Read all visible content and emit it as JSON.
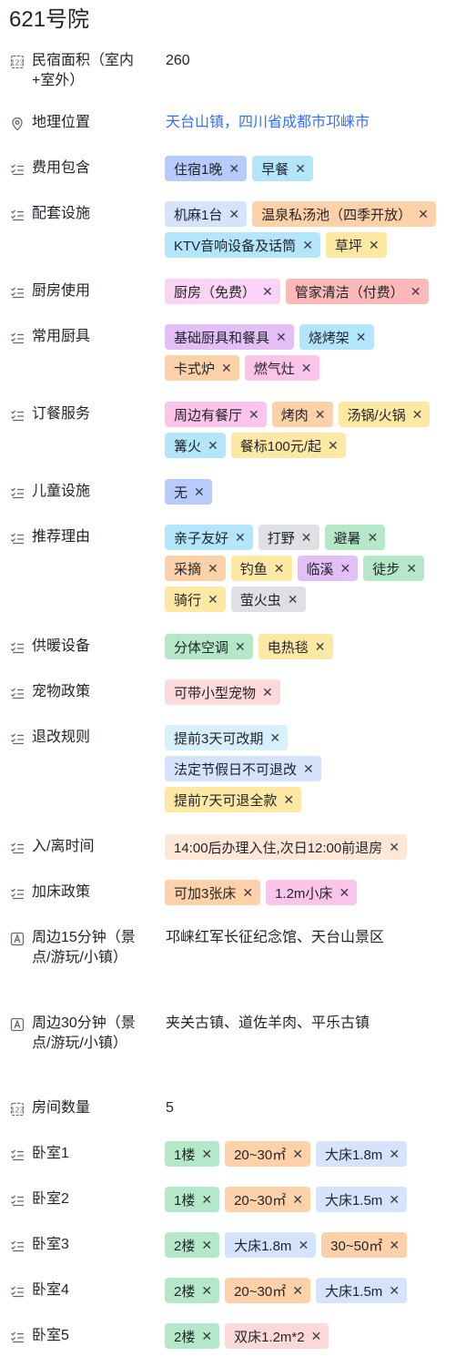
{
  "title": "621号院",
  "colors": {
    "blue": "#b8cbff",
    "cyan": "#b3e6fb",
    "orange": "#ffd1a8",
    "yellow": "#fde9a3",
    "pink": "#fbc4ea",
    "purple": "#e3bff5",
    "gray": "#dee0e3",
    "green": "#b5e8c9",
    "lightblue": "#d5e3fc",
    "lightred": "#fdd9d9",
    "lightorange": "#fee7d6",
    "red": "#fdb8b8",
    "lightpink": "#fbd3f7",
    "lightcyan": "#d6f1fc"
  },
  "fields": {
    "area": {
      "label": "民宿面积（室内+室外）",
      "value": "260",
      "icon": "number-icon"
    },
    "location": {
      "label": "地理位置",
      "value": "天台山镇，四川省成都市邛崃市",
      "icon": "location-pin-icon"
    },
    "fee_includes": {
      "label": "费用包含",
      "icon": "multi-select-icon",
      "tags": [
        {
          "text": "住宿1晚",
          "color": "blue"
        },
        {
          "text": "早餐",
          "color": "cyan"
        }
      ]
    },
    "facilities": {
      "label": "配套设施",
      "icon": "multi-select-icon",
      "tags": [
        {
          "text": "机麻1台",
          "color": "lightblue"
        },
        {
          "text": "温泉私汤池（四季开放）",
          "color": "orange"
        },
        {
          "text": "KTV音响设备及话筒",
          "color": "cyan"
        },
        {
          "text": "草坪",
          "color": "yellow"
        }
      ]
    },
    "kitchen_use": {
      "label": "厨房使用",
      "icon": "multi-select-icon",
      "tags": [
        {
          "text": "厨房（免费）",
          "color": "lightpink"
        },
        {
          "text": "管家清洁（付费）",
          "color": "red"
        }
      ]
    },
    "kitchenware": {
      "label": "常用厨具",
      "icon": "multi-select-icon",
      "tags": [
        {
          "text": "基础厨具和餐具",
          "color": "purple"
        },
        {
          "text": "烧烤架",
          "color": "cyan"
        },
        {
          "text": "卡式炉",
          "color": "orange"
        },
        {
          "text": "燃气灶",
          "color": "pink"
        }
      ]
    },
    "catering": {
      "label": "订餐服务",
      "icon": "multi-select-icon",
      "tags": [
        {
          "text": "周边有餐厅",
          "color": "pink"
        },
        {
          "text": "烤肉",
          "color": "orange"
        },
        {
          "text": "汤锅/火锅",
          "color": "yellow"
        },
        {
          "text": "篝火",
          "color": "cyan"
        },
        {
          "text": "餐标100元/起",
          "color": "yellow"
        }
      ]
    },
    "kids": {
      "label": "儿童设施",
      "icon": "multi-select-icon",
      "tags": [
        {
          "text": "无",
          "color": "blue"
        }
      ]
    },
    "reasons": {
      "label": "推荐理由",
      "icon": "multi-select-icon",
      "tags": [
        {
          "text": "亲子友好",
          "color": "cyan"
        },
        {
          "text": "打野",
          "color": "gray"
        },
        {
          "text": "避暑",
          "color": "green"
        },
        {
          "text": "采摘",
          "color": "orange"
        },
        {
          "text": "钓鱼",
          "color": "yellow"
        },
        {
          "text": "临溪",
          "color": "purple"
        },
        {
          "text": "徒步",
          "color": "green"
        },
        {
          "text": "骑行",
          "color": "yellow"
        },
        {
          "text": "萤火虫",
          "color": "gray"
        }
      ]
    },
    "heating": {
      "label": "供暖设备",
      "icon": "multi-select-icon",
      "tags": [
        {
          "text": "分体空调",
          "color": "green"
        },
        {
          "text": "电热毯",
          "color": "yellow"
        }
      ]
    },
    "pets": {
      "label": "宠物政策",
      "icon": "multi-select-icon",
      "tags": [
        {
          "text": "可带小型宠物",
          "color": "lightred"
        }
      ]
    },
    "refund": {
      "label": "退改规则",
      "icon": "multi-select-icon",
      "tags": [
        {
          "text": "提前3天可改期",
          "color": "lightcyan"
        },
        {
          "text": "法定节假日不可退改",
          "color": "lightblue"
        },
        {
          "text": "提前7天可退全款",
          "color": "yellow"
        }
      ]
    },
    "checkin": {
      "label": "入/离时间",
      "icon": "multi-select-icon",
      "tags": [
        {
          "text": "14:00后办理入住,次日12:00前退房",
          "color": "lightorange"
        }
      ]
    },
    "extra_bed": {
      "label": "加床政策",
      "icon": "multi-select-icon",
      "tags": [
        {
          "text": "可加3张床",
          "color": "orange"
        },
        {
          "text": "1.2m小床",
          "color": "pink"
        }
      ]
    },
    "nearby15": {
      "label": "周边15分钟（景点/游玩/小镇）",
      "value": "邛崃红军长征纪念馆、天台山景区",
      "icon": "text-icon"
    },
    "nearby30": {
      "label": "周边30分钟（景点/游玩/小镇）",
      "value": "夹关古镇、道佐羊肉、平乐古镇",
      "icon": "text-icon"
    },
    "room_count": {
      "label": "房间数量",
      "value": "5",
      "icon": "number-icon"
    },
    "bedroom1": {
      "label": "卧室1",
      "icon": "multi-select-icon",
      "tags": [
        {
          "text": "1楼",
          "color": "green"
        },
        {
          "text": "20~30㎡",
          "color": "orange"
        },
        {
          "text": "大床1.8m",
          "color": "lightblue"
        }
      ]
    },
    "bedroom2": {
      "label": "卧室2",
      "icon": "multi-select-icon",
      "tags": [
        {
          "text": "1楼",
          "color": "green"
        },
        {
          "text": "20~30㎡",
          "color": "orange"
        },
        {
          "text": "大床1.5m",
          "color": "lightblue"
        }
      ]
    },
    "bedroom3": {
      "label": "卧室3",
      "icon": "multi-select-icon",
      "tags": [
        {
          "text": "2楼",
          "color": "green"
        },
        {
          "text": "大床1.8m",
          "color": "lightblue"
        },
        {
          "text": "30~50㎡",
          "color": "orange"
        }
      ]
    },
    "bedroom4": {
      "label": "卧室4",
      "icon": "multi-select-icon",
      "tags": [
        {
          "text": "2楼",
          "color": "green"
        },
        {
          "text": "20~30㎡",
          "color": "orange"
        },
        {
          "text": "大床1.5m",
          "color": "lightblue"
        }
      ]
    },
    "bedroom5": {
      "label": "卧室5",
      "icon": "multi-select-icon",
      "tags": [
        {
          "text": "2楼",
          "color": "green"
        },
        {
          "text": "双床1.2m*2",
          "color": "lightred"
        }
      ]
    }
  }
}
